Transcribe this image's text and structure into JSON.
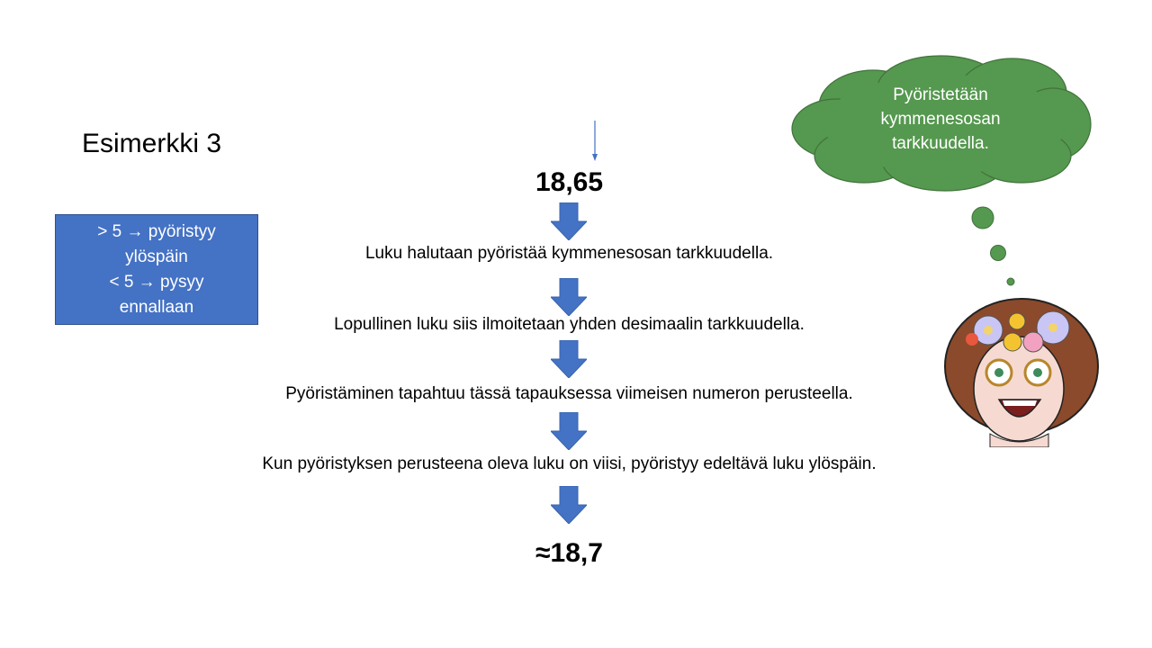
{
  "title": "Esimerkki 3",
  "rule_box": {
    "lines": [
      "> 5 → pyöristyy",
      "ylöspäin",
      "< 5 → pysyy",
      "ennallaan"
    ]
  },
  "start_number": "18,65",
  "steps": [
    "Luku halutaan pyöristää kymmenesosan tarkkuudella.",
    "Lopullinen luku siis ilmoitetaan yhden desimaalin tarkkuudella.",
    "Pyöristäminen tapahtuu tässä tapauksessa viimeisen numeron perusteella.",
    "Kun pyöristyksen perusteena oleva luku on viisi, pyöristyy edeltävä luku ylöspäin."
  ],
  "result": "≈18,7",
  "thought_bubble": {
    "lines": [
      "Pyöristetään",
      "kymmenesosan",
      "tarkkuudella."
    ]
  },
  "colors": {
    "accent_blue": "#4472C4",
    "cloud_green": "#55984F"
  }
}
